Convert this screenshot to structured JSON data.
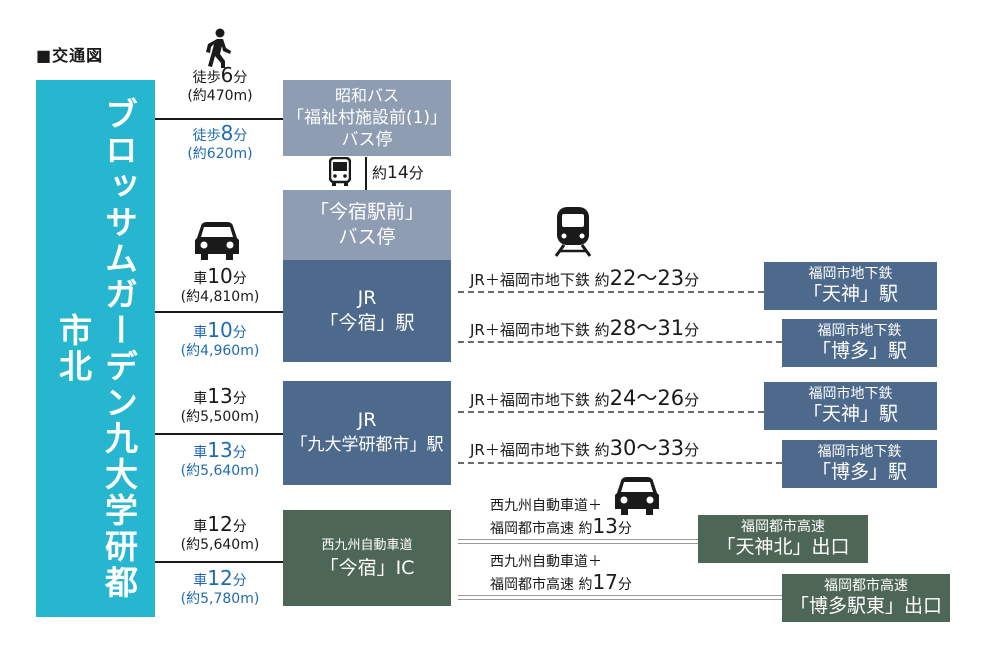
{
  "title": "■交通図",
  "origin": {
    "name": "ブロッサムガーデン九大学研都市北"
  },
  "icons": {
    "walk": "walking-person-icon",
    "bus": "bus-icon",
    "car": "car-icon",
    "train": "train-icon"
  },
  "colors": {
    "origin": "#27b6d0",
    "bus_stop": "#8f9db3",
    "station": "#4d6a8d",
    "highway": "#4d6655",
    "blue_text": "#1f6bb3"
  },
  "walk": {
    "a": {
      "mode": "徒歩",
      "time": "6",
      "unit": "分",
      "dist": "(約470m)"
    },
    "b": {
      "mode": "徒歩",
      "time": "8",
      "unit": "分",
      "dist": "(約620m)"
    }
  },
  "bus_stop_1": {
    "line1": "昭和バス",
    "line2": "「福祉村施設前(1)」",
    "line3": "バス停"
  },
  "bus_ride": {
    "prefix": "約",
    "time": "14",
    "unit": "分"
  },
  "bus_stop_2": {
    "line1": "「今宿駅前」",
    "line2": "バス停"
  },
  "imajuku_car": {
    "a": {
      "mode": "車",
      "time": "10",
      "unit": "分",
      "dist": "(約4,810m)"
    },
    "b": {
      "mode": "車",
      "time": "10",
      "unit": "分",
      "dist": "(約4,960m)"
    }
  },
  "station_imajuku": {
    "line1": "JR",
    "line2": "「今宿」駅"
  },
  "routes_imajuku": [
    {
      "text": "JR＋福岡市地下鉄 約",
      "time": "22～23",
      "unit": "分"
    },
    {
      "text": "JR＋福岡市地下鉄 約",
      "time": "28～31",
      "unit": "分"
    }
  ],
  "kyudai_car": {
    "a": {
      "mode": "車",
      "time": "13",
      "unit": "分",
      "dist": "(約5,500m)"
    },
    "b": {
      "mode": "車",
      "time": "13",
      "unit": "分",
      "dist": "(約5,640m)"
    }
  },
  "station_kyudai": {
    "line1": "JR",
    "line2": "「九大学研都市」駅"
  },
  "routes_kyudai": [
    {
      "text": "JR＋福岡市地下鉄 約",
      "time": "24～26",
      "unit": "分"
    },
    {
      "text": "JR＋福岡市地下鉄 約",
      "time": "30～33",
      "unit": "分"
    }
  ],
  "dest_tenjin": {
    "line1": "福岡市地下鉄",
    "line2": "「天神」駅"
  },
  "dest_hakata": {
    "line1": "福岡市地下鉄",
    "line2": "「博多」駅"
  },
  "ic_car": {
    "a": {
      "mode": "車",
      "time": "12",
      "unit": "分",
      "dist": "(約5,640m)"
    },
    "b": {
      "mode": "車",
      "time": "12",
      "unit": "分",
      "dist": "(約5,780m)"
    }
  },
  "ic": {
    "line1": "西九州自動車道",
    "line2": "「今宿」IC"
  },
  "hw_routes": [
    {
      "line1": "西九州自動車道＋",
      "line2": "福岡都市高速 約",
      "time": "13",
      "unit": "分"
    },
    {
      "line1": "西九州自動車道＋",
      "line2": "福岡都市高速 約",
      "time": "17",
      "unit": "分"
    }
  ],
  "exit_tenjin_kita": {
    "line1": "福岡都市高速",
    "line2": "「天神北」出口"
  },
  "exit_hakata_eki_higashi": {
    "line1": "福岡都市高速",
    "line2": "「博多駅東」出口"
  }
}
